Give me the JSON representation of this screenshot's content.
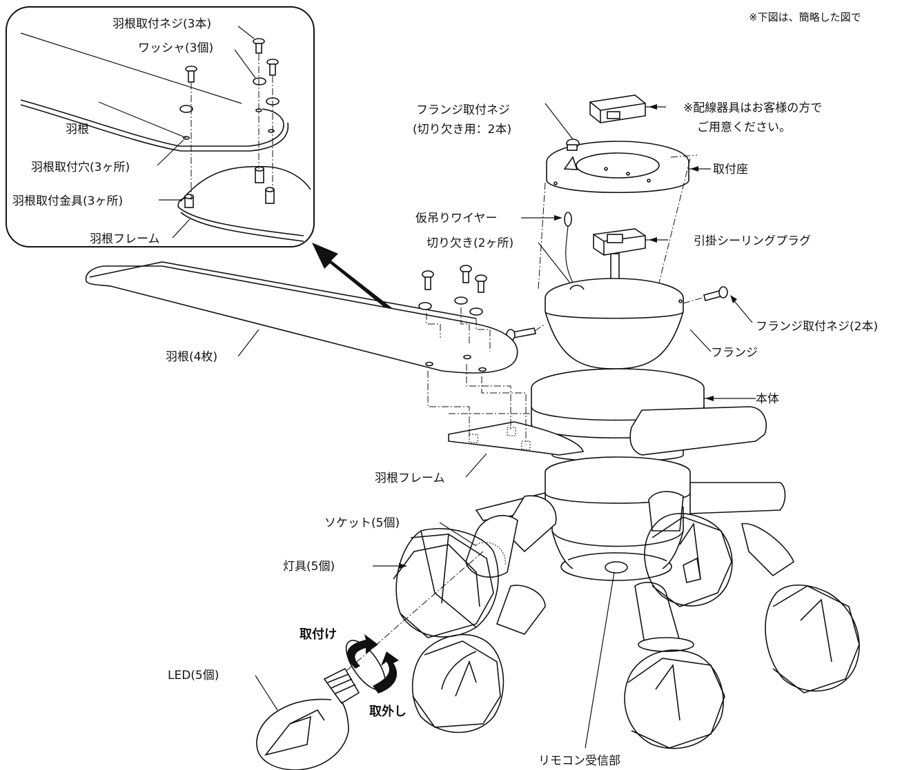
{
  "note_top": "※下図は、簡略した図で",
  "inset": {
    "blade_screw": "羽根取付ネジ(3本)",
    "washer": "ワッシャ(3個)",
    "blade": "羽根",
    "blade_hole": "羽根取付穴(3ヶ所)",
    "blade_bracket": "羽根取付金具(3ヶ所)",
    "blade_frame": "羽根フレーム"
  },
  "labels": {
    "flange_screw_notch_1": "フランジ取付ネジ",
    "flange_screw_notch_2": "(切り欠き用：2本)",
    "wiring_note_1": "※配線器具はお客様の方で",
    "wiring_note_2": "ご用意ください。",
    "mount_base": "取付座",
    "temp_wire": "仮吊りワイヤー",
    "notch": "切り欠き(2ヶ所)",
    "ceiling_plug": "引掛シーリングプラグ",
    "flange_screw": "フランジ取付ネジ(2本)",
    "flange": "フランジ",
    "body": "本体",
    "blades": "羽根(4枚)",
    "blade_frame": "羽根フレーム",
    "socket": "ソケット(5個)",
    "fixture": "灯具(5個)",
    "install": "取付け",
    "remove": "取外し",
    "led": "LED(5個)",
    "remote_receiver": "リモコン受信部"
  }
}
